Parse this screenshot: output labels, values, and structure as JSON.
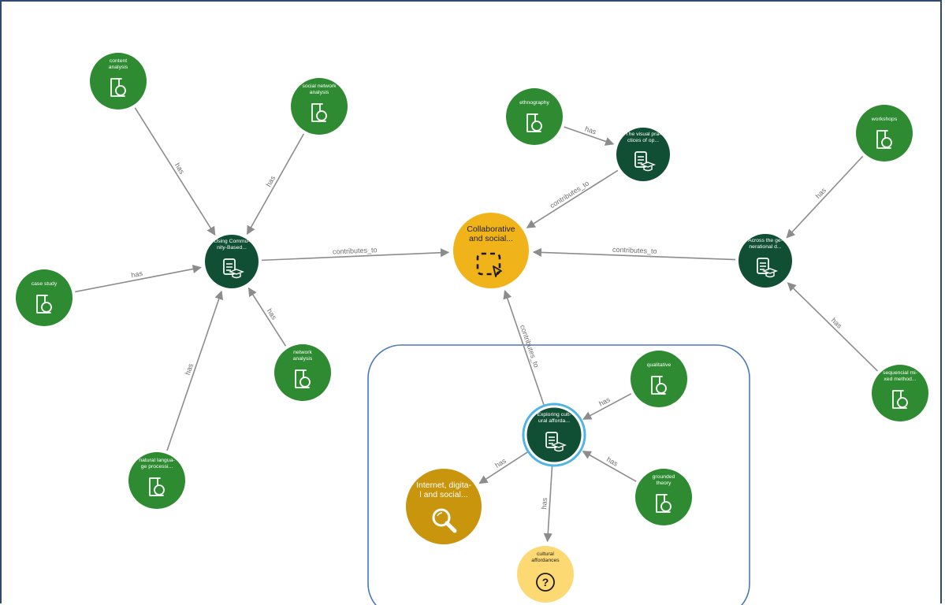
{
  "colors": {
    "method": "#2e8b32",
    "paper": "#114f35",
    "topic": "#f0b41a",
    "concept": "#c9950c",
    "question": "#fcd973",
    "edge": "#8c8c8c",
    "selection_box": "#4a79b8",
    "selected_ring": "#4fb3e6"
  },
  "nodes": [
    {
      "id": "content_analysis",
      "kind": "method",
      "icon": "flask-icon",
      "label": [
        "content",
        "analysis"
      ]
    },
    {
      "id": "social_network_analysis",
      "kind": "method",
      "icon": "flask-icon",
      "label": [
        "social network",
        "analysis"
      ]
    },
    {
      "id": "ethnography",
      "kind": "method",
      "icon": "flask-icon",
      "label": [
        "ethnography"
      ]
    },
    {
      "id": "visual_practices",
      "kind": "paper",
      "icon": "paper-icon",
      "label": [
        "The visual pra-",
        "ctices of op..."
      ]
    },
    {
      "id": "workshops",
      "kind": "method",
      "icon": "flask-icon",
      "label": [
        "workshops"
      ]
    },
    {
      "id": "using_community",
      "kind": "paper",
      "icon": "paper-icon",
      "label": [
        "Using Commu-",
        "nity-Based..."
      ]
    },
    {
      "id": "collaborative",
      "kind": "topic",
      "icon": "selection-icon",
      "label": [
        "Collaborative",
        "and social..."
      ]
    },
    {
      "id": "across_generational",
      "kind": "paper",
      "icon": "paper-icon",
      "label": [
        "Across the ge-",
        "nerational d..."
      ]
    },
    {
      "id": "case_study",
      "kind": "method",
      "icon": "flask-icon",
      "label": [
        "case study"
      ]
    },
    {
      "id": "network_analysis",
      "kind": "method",
      "icon": "flask-icon",
      "label": [
        "network",
        "analysis"
      ]
    },
    {
      "id": "qualitative",
      "kind": "method",
      "icon": "flask-icon",
      "label": [
        "qualitative"
      ]
    },
    {
      "id": "sequencial_mixed",
      "kind": "method",
      "icon": "flask-icon",
      "label": [
        "sequencial mi-",
        "xed method..."
      ]
    },
    {
      "id": "exploring_cultural",
      "kind": "paper",
      "icon": "paper-icon",
      "label": [
        "Exploring cult-",
        "ural afforda..."
      ],
      "selected": true
    },
    {
      "id": "natural_language",
      "kind": "method",
      "icon": "flask-icon",
      "label": [
        "natural langua-",
        "ge processi..."
      ]
    },
    {
      "id": "internet_digital",
      "kind": "concept",
      "icon": "magnifier-icon",
      "label": [
        "Internet, digita-",
        "l and social..."
      ]
    },
    {
      "id": "grounded_theory",
      "kind": "method",
      "icon": "flask-icon",
      "label": [
        "grounded",
        "theory"
      ]
    },
    {
      "id": "cultural_affordances",
      "kind": "question",
      "icon": "question-icon",
      "label": [
        "cultural",
        "affordances"
      ]
    }
  ],
  "edges": [
    {
      "from": "content_analysis",
      "to": "using_community",
      "label": "has"
    },
    {
      "from": "social_network_analysis",
      "to": "using_community",
      "label": "has"
    },
    {
      "from": "case_study",
      "to": "using_community",
      "label": "has"
    },
    {
      "from": "network_analysis",
      "to": "using_community",
      "label": "has"
    },
    {
      "from": "natural_language",
      "to": "using_community",
      "label": "has"
    },
    {
      "from": "using_community",
      "to": "collaborative",
      "label": "contributes_to"
    },
    {
      "from": "ethnography",
      "to": "visual_practices",
      "label": "has"
    },
    {
      "from": "visual_practices",
      "to": "collaborative",
      "label": "contributes_to"
    },
    {
      "from": "workshops",
      "to": "across_generational",
      "label": "has"
    },
    {
      "from": "sequencial_mixed",
      "to": "across_generational",
      "label": "has"
    },
    {
      "from": "across_generational",
      "to": "collaborative",
      "label": "contributes_to"
    },
    {
      "from": "exploring_cultural",
      "to": "collaborative",
      "label": "contributes_to"
    },
    {
      "from": "qualitative",
      "to": "exploring_cultural",
      "label": "has"
    },
    {
      "from": "grounded_theory",
      "to": "exploring_cultural",
      "label": "has"
    },
    {
      "from": "exploring_cultural",
      "to": "internet_digital",
      "label": "has"
    },
    {
      "from": "exploring_cultural",
      "to": "cultural_affordances",
      "label": "has"
    }
  ]
}
